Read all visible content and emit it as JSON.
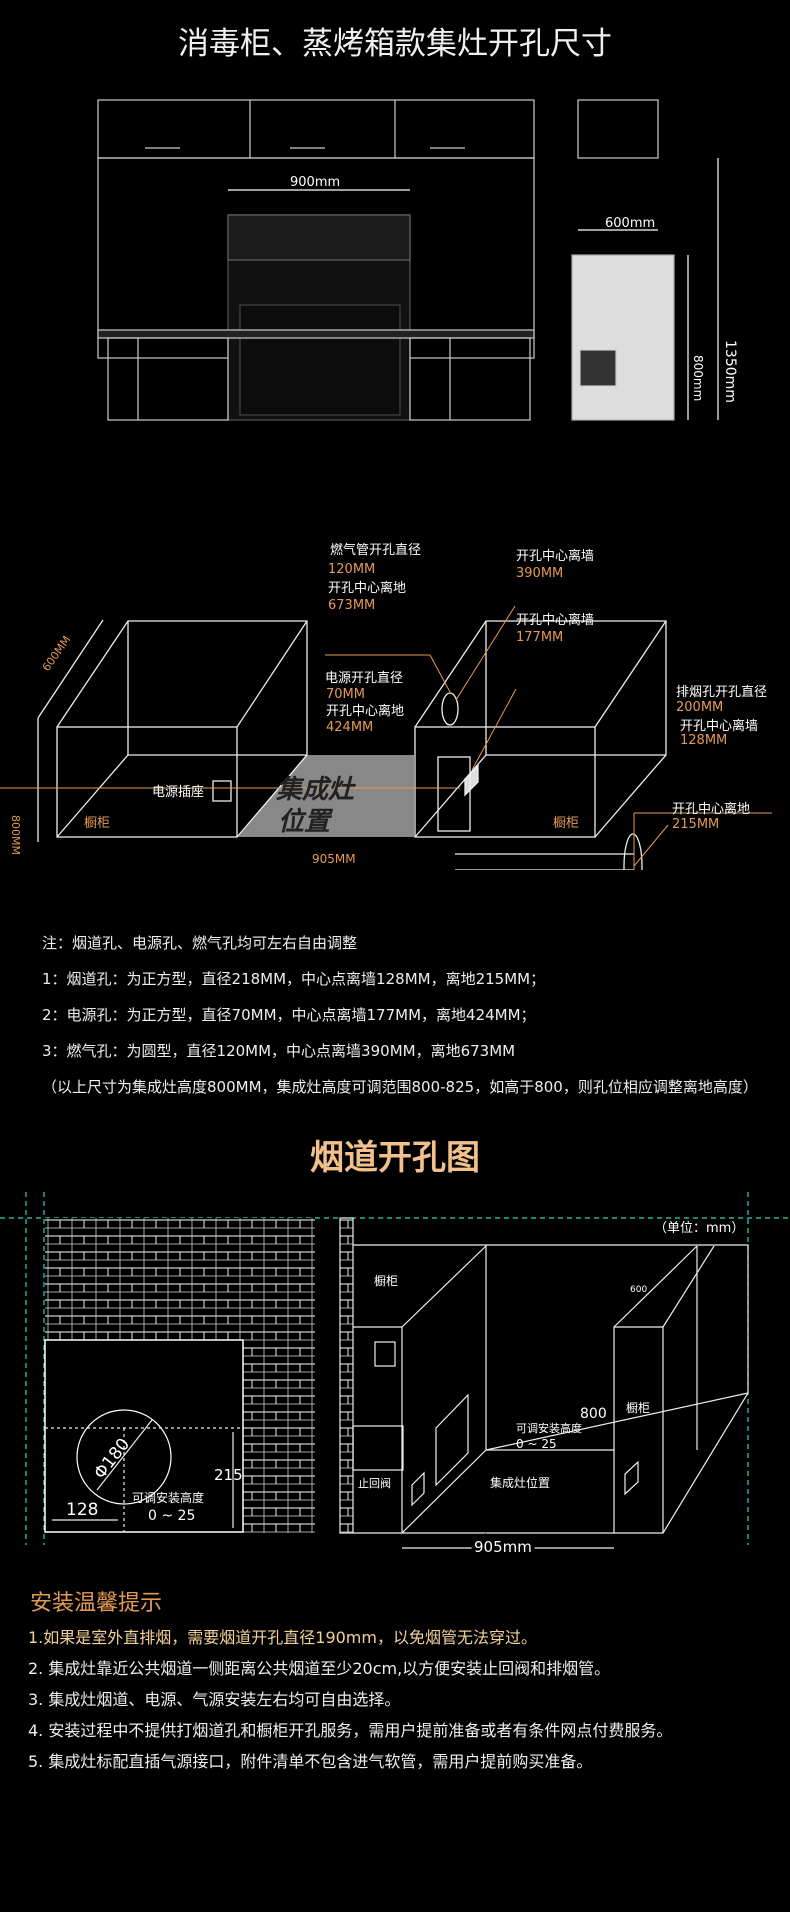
{
  "title": "消毒柜、蒸烤箱款集灶开孔尺寸",
  "top_diagram": {
    "width_label": "900mm",
    "depth_label": "600mm",
    "height_total": "1350mm",
    "height_counter": "800mm"
  },
  "iso_diagram": {
    "depth": "600MM",
    "height": "800MM",
    "width": "905MM",
    "gas_diameter_label": "燃气管开孔直径",
    "gas_diameter": "120MM",
    "gas_floor_label": "开孔中心离地",
    "gas_floor": "673MM",
    "gas_wall_label": "开孔中心离墙",
    "gas_wall": "390MM",
    "power_wall_label": "开孔中心离墙",
    "power_wall": "177MM",
    "power_diameter_label": "电源开孔直径",
    "power_diameter": "70MM",
    "power_floor_label": "开孔中心离地",
    "power_floor": "424MM",
    "flue_diameter_label": "排烟孔开孔直径",
    "flue_diameter": "200MM",
    "flue_wall_label": "开孔中心离墙",
    "flue_wall": "128MM",
    "flue_floor_label": "开孔中心离地",
    "flue_floor": "215MM",
    "socket_label": "电源插座",
    "stove_label_1": "集成灶",
    "stove_label_2": "位置",
    "cabinet_left": "橱柜",
    "cabinet_right": "橱柜"
  },
  "notes": [
    "注：烟道孔、电源孔、燃气孔均可左右自由调整",
    "1：烟道孔：为正方型，直径218MM，中心点离墙128MM，离地215MM；",
    "2：电源孔：为正方型，直径70MM，中心点离墙177MM，离地424MM；",
    "3：燃气孔：为圆型，直径120MM，中心点离墙390MM，离地673MM",
    "（以上尺寸为集成灶高度800MM，集成灶高度可调范围800-825，如高于800，则孔位相应调整离地高度）"
  ],
  "flue_section": {
    "title": "烟道开孔图",
    "unit": "（单位：mm）",
    "diameter": "Φ180",
    "offset_x": "128",
    "offset_y": "215",
    "adjust_label": "可调安装高度",
    "adjust_range": "0 ~ 25",
    "cabinet_top": "橱柜",
    "cabinet_right": "橱柜",
    "check_valve": "止回阀",
    "stove_pos": "集成灶位置",
    "height": "800",
    "depth": "600",
    "width": "905mm"
  },
  "tips": {
    "heading": "安装温馨提示",
    "items": [
      "1.如果是室外直排烟，需要烟道开孔直径190mm，以免烟管无法穿过。",
      "2. 集成灶靠近公共烟道一侧距离公共烟道至少20cm,以方便安装止回阀和排烟管。",
      "3. 集成灶烟道、电源、气源安装左右均可自由选择。",
      "4. 安装过程中不提供打烟道孔和橱柜开孔服务，需用户提前准备或者有条件网点付费服务。",
      "5. 集成灶标配直插气源接口，附件清单不包含进气软管，需用户提前购买准备。"
    ]
  },
  "colors": {
    "accent": "#e49a55",
    "line": "#ffffff",
    "guide": "#2fd3c0"
  }
}
